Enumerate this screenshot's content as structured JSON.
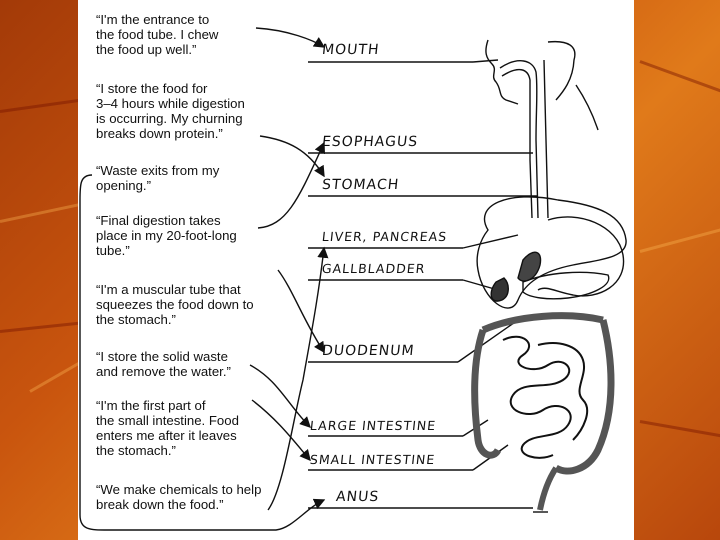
{
  "quotes": [
    "“I'm the entrance to\nthe food tube. I chew\nthe food up well.”",
    "“I store the food for\n3–4 hours while digestion\nis occurring. My churning\nbreaks down protein.”",
    "“Waste exits from my\nopening.”",
    "“Final digestion takes\nplace in my 20-foot-long\ntube.”",
    "“I'm a muscular tube that\nsqueezes the food down to\nthe stomach.”",
    "“I store the solid waste\nand remove the water.”",
    "“I'm the first part of\nthe small intestine. Food\nenters me after it leaves\nthe stomach.”",
    "“We make chemicals to help\nbreak down the food.”"
  ],
  "labels": [
    "MOUTH",
    "ESOPHAGUS",
    "STOMACH",
    "LIVER, PANCREAS",
    "GALLBLADDER",
    "DUODENUM",
    "LARGE INTESTINE",
    "SMALL INTESTINE",
    "ANUS"
  ]
}
